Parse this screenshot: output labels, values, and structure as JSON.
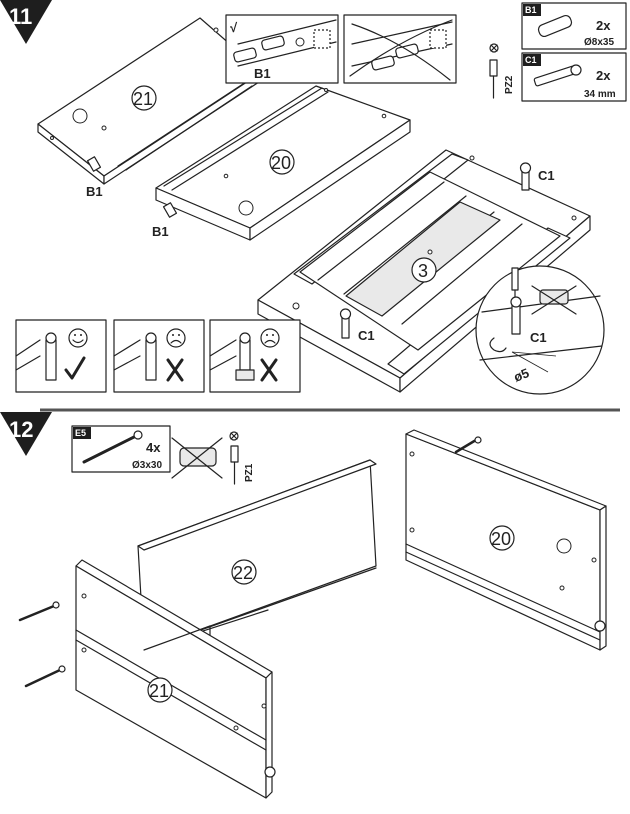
{
  "steps": [
    {
      "number": "11"
    },
    {
      "number": "12"
    }
  ],
  "parts": {
    "p21": "21",
    "p20": "20",
    "p3": "3",
    "p22": "22",
    "p21b": "21",
    "p20b": "20"
  },
  "hardware_labels": {
    "b1_left": "B1",
    "b1_mid": "B1",
    "b1_check": "B1",
    "c1_right": "C1",
    "c1_front": "C1",
    "c1_zoom": "C1"
  },
  "legend_11": {
    "b1": {
      "code": "B1",
      "qty": "2x",
      "size": "Ø8x35"
    },
    "c1": {
      "code": "C1",
      "qty": "2x",
      "size": "34 mm"
    },
    "tool": "PZ2"
  },
  "legend_12": {
    "e5": {
      "code": "E5",
      "qty": "4x",
      "size": "Ø3x30"
    },
    "tool": "PZ1"
  },
  "marks": {
    "check": "√",
    "zoom_angle": "ø5"
  },
  "icons": [
    "check-icon",
    "cross-icon",
    "smiley-happy-icon",
    "smiley-sad-icon",
    "screwdriver-icon",
    "drill-crossed-icon",
    "rotate-arrow-icon"
  ],
  "colors": {
    "badge": "#1e1e1e",
    "divider": "#555555",
    "panel_fill": "#ffffff",
    "shade": "#e9e9e9"
  }
}
